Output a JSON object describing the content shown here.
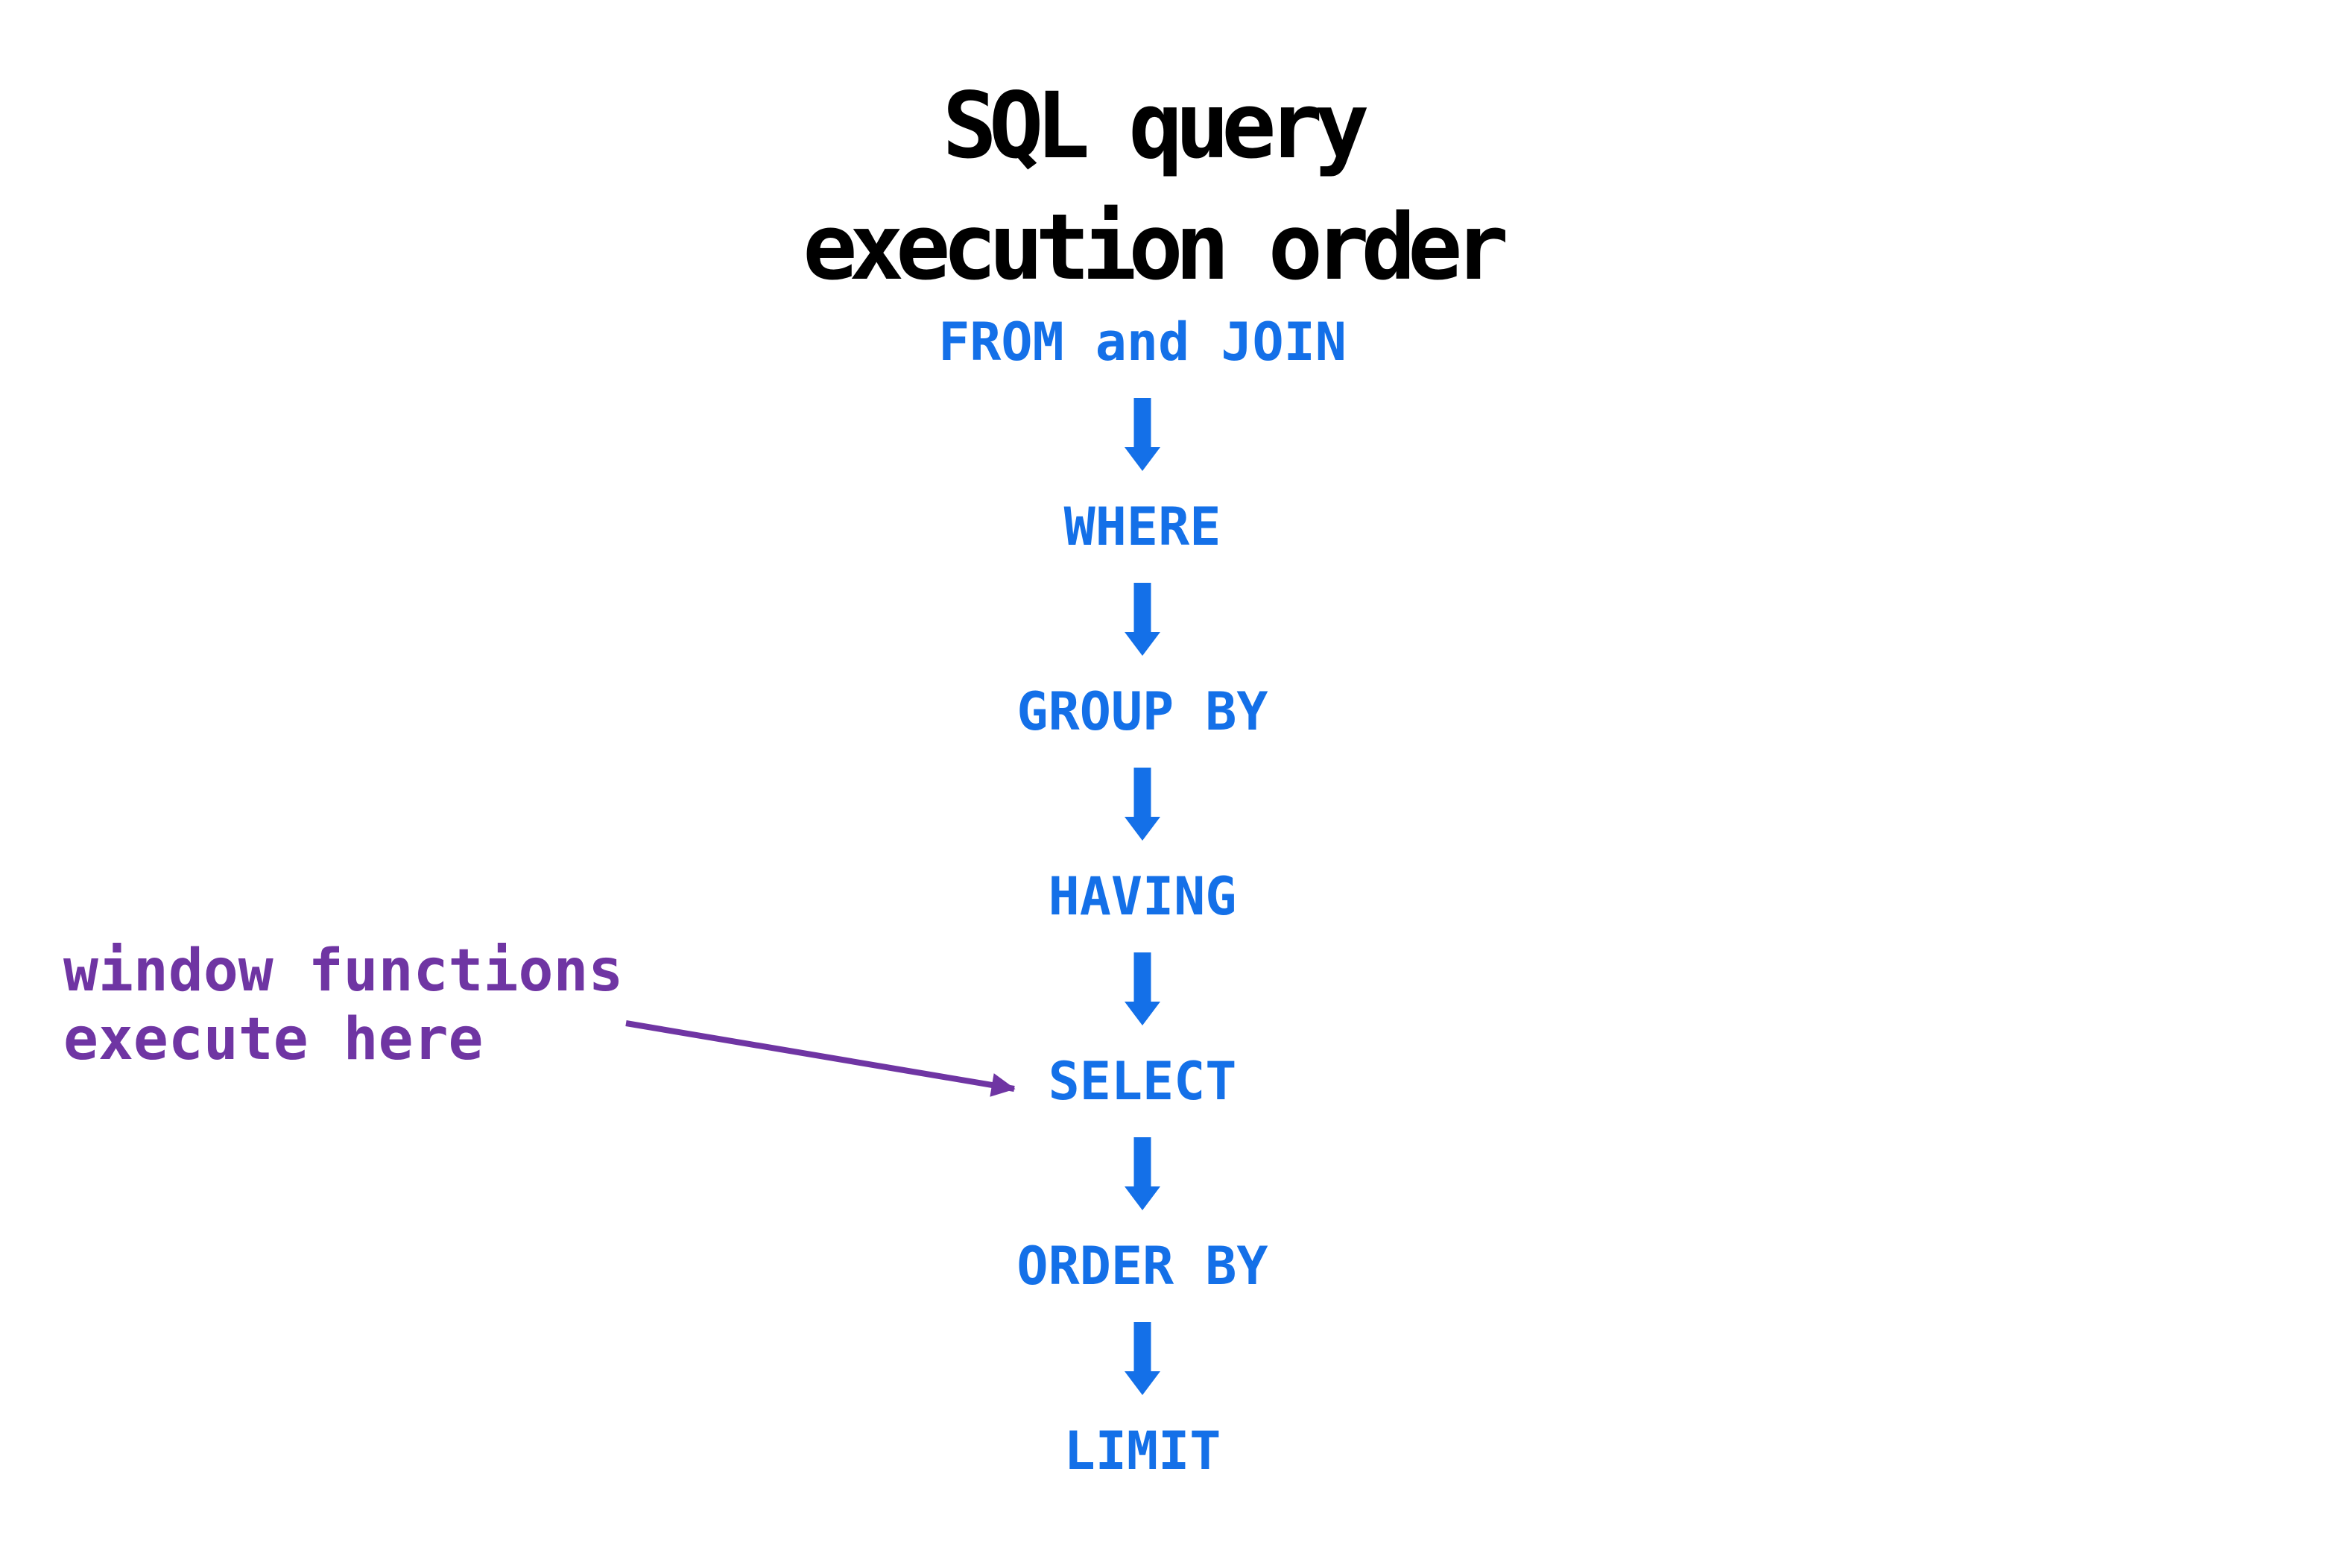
{
  "title": {
    "line1": "SQL query",
    "line2": "execution order"
  },
  "flow": {
    "steps": [
      {
        "label": "FROM and JOIN"
      },
      {
        "label": "WHERE"
      },
      {
        "label": "GROUP BY"
      },
      {
        "label": "HAVING"
      },
      {
        "label": "SELECT"
      },
      {
        "label": "ORDER BY"
      },
      {
        "label": "LIMIT"
      }
    ]
  },
  "annotation": {
    "line1": "window functions",
    "line2": "execute here",
    "points_to": "SELECT"
  },
  "colors": {
    "step_blue": "#1470E8",
    "annotation_purple": "#6F35A3",
    "title_black": "#000000",
    "background": "#FFFFFF"
  }
}
